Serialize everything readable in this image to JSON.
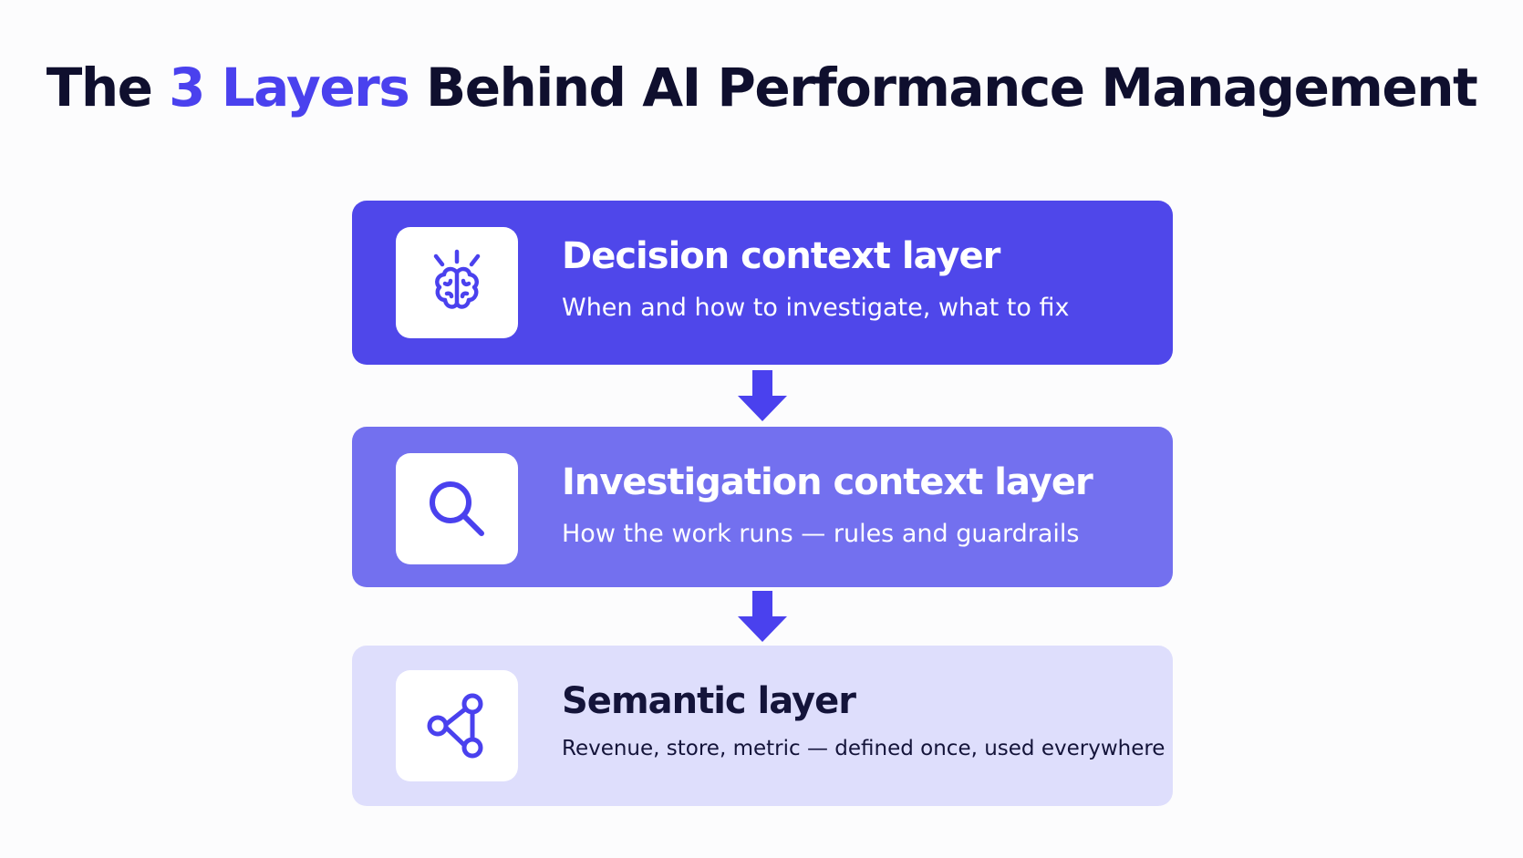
{
  "title": {
    "prefix": "The ",
    "accent": "3 Layers",
    "suffix": " Behind AI Performance Management"
  },
  "colors": {
    "title_text": "#0f0f2e",
    "accent": "#4a41ee",
    "layer_decision_bg": "#4f47ea",
    "layer_investigation_bg": "#7370ef",
    "layer_semantic_bg": "#dedefc",
    "arrow": "#4a41ee"
  },
  "layers": [
    {
      "title": "Decision context layer",
      "description": "When and how to investigate, what to fix",
      "icon": "brain-icon"
    },
    {
      "title": "Investigation context layer",
      "description": "How the work runs — rules and guardrails",
      "icon": "search-icon"
    },
    {
      "title": "Semantic layer",
      "description": "Revenue, store, metric — defined once, used everywhere",
      "icon": "share-nodes-icon"
    }
  ]
}
